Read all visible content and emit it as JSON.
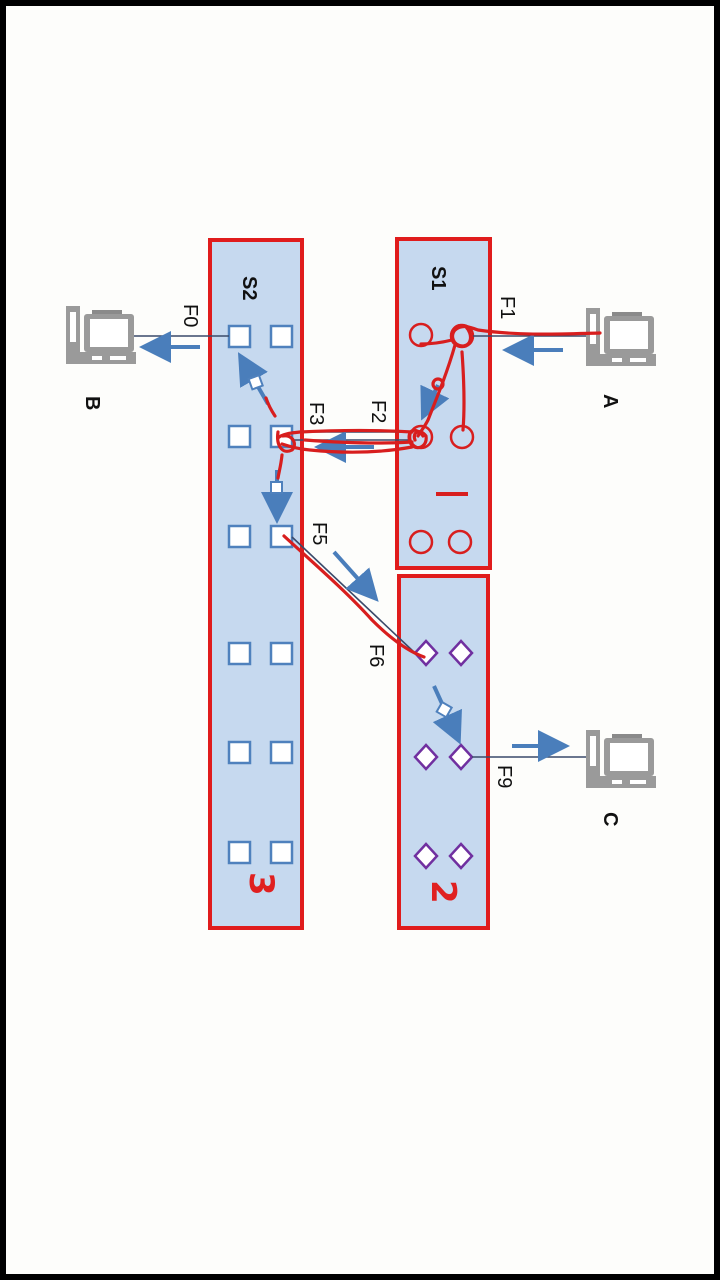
{
  "diagram": {
    "switches": {
      "s1": {
        "label": "S1",
        "handwritten": ""
      },
      "s2": {
        "label": "S2",
        "handwritten": "3"
      },
      "s3": {
        "label": "",
        "handwritten": "2"
      }
    },
    "hosts": {
      "a": {
        "label": "A"
      },
      "b": {
        "label": "B"
      },
      "c": {
        "label": "C"
      }
    },
    "links": {
      "f0": "F0",
      "f1": "F1",
      "f2": "F2",
      "f3": "F3",
      "f5": "F5",
      "f6": "F6",
      "f9": "F9"
    }
  },
  "colors": {
    "switch_fill": "#c6d9ef",
    "switch_border": "#e01c1c",
    "port_blue": "#4f81bd",
    "port_purple": "#7030a0",
    "arrow_blue": "#4a7ebb",
    "annotation_red": "#d81e1e",
    "computer_gray": "#8c8c8c"
  },
  "icons": [
    "computer-icon",
    "arrow-icon",
    "square-port-icon",
    "diamond-port-icon",
    "circle-port-icon"
  ]
}
